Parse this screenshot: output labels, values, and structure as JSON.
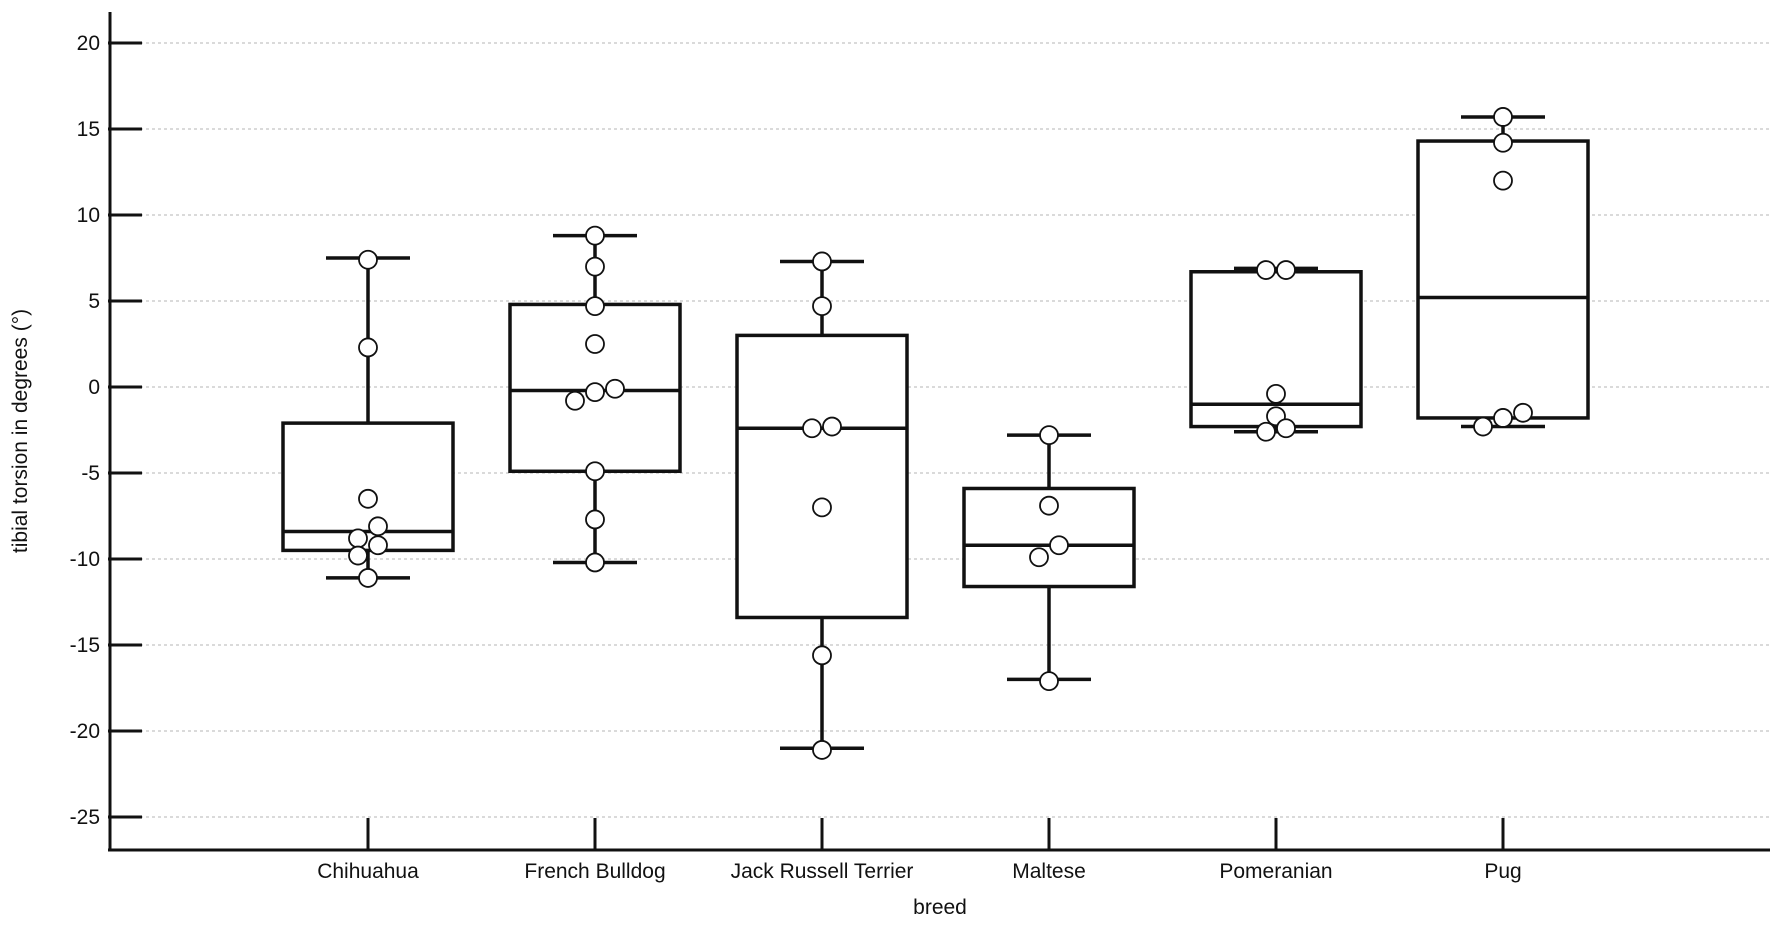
{
  "chart_data": {
    "type": "box",
    "xlabel": "breed",
    "ylabel": "tibial torsion in degrees (°)",
    "ylim": [
      -27,
      22
    ],
    "yticks": [
      20,
      15,
      10,
      5,
      0,
      -5,
      -10,
      -15,
      -20,
      -25
    ],
    "ytick_labels": [
      "20",
      "15",
      "10",
      "5",
      "0",
      "-5",
      "-10",
      "-15",
      "-20",
      "-25"
    ],
    "grid": true,
    "categories": [
      "Chihuahua",
      "French Bulldog",
      "Jack Russell Terrier",
      "Maltese",
      "Pomeranian",
      "Pug"
    ],
    "boxes": [
      {
        "category": "Chihuahua",
        "whisker_low": -11.1,
        "q1": -9.5,
        "median": -8.4,
        "q3": -2.1,
        "whisker_high": 7.5,
        "points": [
          {
            "dx": 0,
            "y": 7.4
          },
          {
            "dx": 0,
            "y": 2.3
          },
          {
            "dx": 0,
            "y": -6.5
          },
          {
            "dx": -10,
            "y": -8.8
          },
          {
            "dx": 10,
            "y": -8.1
          },
          {
            "dx": 10,
            "y": -9.2
          },
          {
            "dx": -10,
            "y": -9.8
          },
          {
            "dx": 0,
            "y": -11.1
          }
        ]
      },
      {
        "category": "French Bulldog",
        "whisker_low": -10.2,
        "q1": -4.9,
        "median": -0.2,
        "q3": 4.8,
        "whisker_high": 8.8,
        "points": [
          {
            "dx": 0,
            "y": 8.8
          },
          {
            "dx": 0,
            "y": 7.0
          },
          {
            "dx": 0,
            "y": 4.7
          },
          {
            "dx": 0,
            "y": 2.5
          },
          {
            "dx": -20,
            "y": -0.8
          },
          {
            "dx": 0,
            "y": -0.3
          },
          {
            "dx": 20,
            "y": -0.1
          },
          {
            "dx": 0,
            "y": -4.9
          },
          {
            "dx": 0,
            "y": -7.7
          },
          {
            "dx": 0,
            "y": -10.2
          }
        ]
      },
      {
        "category": "Jack Russell Terrier",
        "whisker_low": -21.0,
        "q1": -13.4,
        "median": -2.4,
        "q3": 3.0,
        "whisker_high": 7.3,
        "points": [
          {
            "dx": 0,
            "y": 7.3
          },
          {
            "dx": 0,
            "y": 4.7
          },
          {
            "dx": -10,
            "y": -2.4
          },
          {
            "dx": 10,
            "y": -2.3
          },
          {
            "dx": 0,
            "y": -7.0
          },
          {
            "dx": 0,
            "y": -15.6
          },
          {
            "dx": 0,
            "y": -21.1
          }
        ]
      },
      {
        "category": "Maltese",
        "whisker_low": -17.0,
        "q1": -11.6,
        "median": -9.2,
        "q3": -5.9,
        "whisker_high": -2.8,
        "points": [
          {
            "dx": 0,
            "y": -2.8
          },
          {
            "dx": 0,
            "y": -6.9
          },
          {
            "dx": 10,
            "y": -9.2
          },
          {
            "dx": -10,
            "y": -9.9
          },
          {
            "dx": 0,
            "y": -17.1
          }
        ]
      },
      {
        "category": "Pomeranian",
        "whisker_low": -2.6,
        "q1": -2.3,
        "median": -1.0,
        "q3": 6.7,
        "whisker_high": 6.9,
        "points": [
          {
            "dx": -10,
            "y": 6.8
          },
          {
            "dx": 10,
            "y": 6.8
          },
          {
            "dx": 0,
            "y": -0.4
          },
          {
            "dx": 0,
            "y": -1.7
          },
          {
            "dx": 10,
            "y": -2.4
          },
          {
            "dx": -10,
            "y": -2.6
          }
        ]
      },
      {
        "category": "Pug",
        "whisker_low": -2.3,
        "q1": -1.8,
        "median": 5.2,
        "q3": 14.3,
        "whisker_high": 15.7,
        "points": [
          {
            "dx": 0,
            "y": 15.7
          },
          {
            "dx": 0,
            "y": 14.2
          },
          {
            "dx": 0,
            "y": 12.0
          },
          {
            "dx": 20,
            "y": -1.5
          },
          {
            "dx": 0,
            "y": -1.8
          },
          {
            "dx": -20,
            "y": -2.3
          }
        ]
      }
    ]
  }
}
